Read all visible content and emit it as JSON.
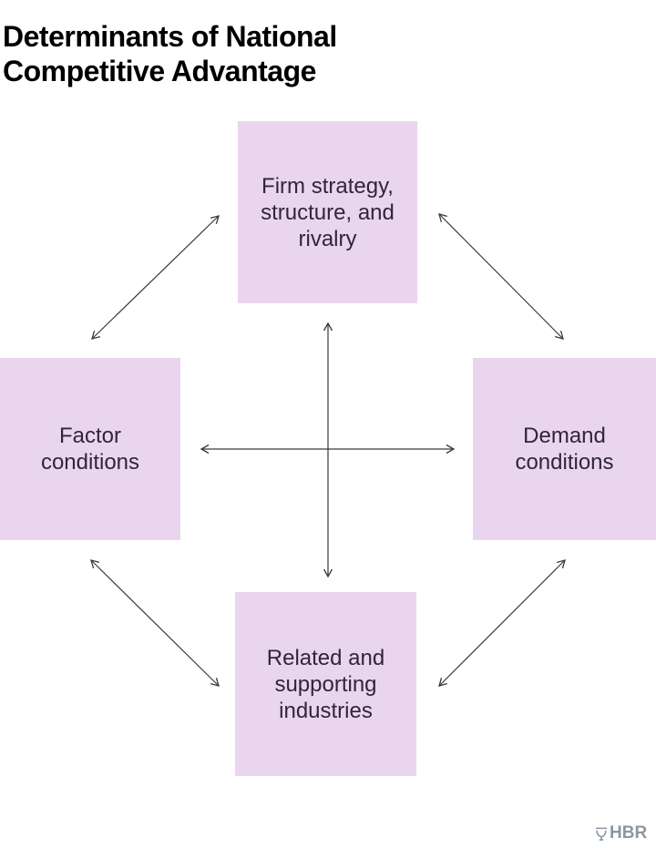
{
  "title": "Determinants of National Competitive Advantage",
  "diagram": {
    "nodes": {
      "top": {
        "label": "Firm strategy, structure, and rivalry"
      },
      "left": {
        "label": "Factor conditions"
      },
      "right": {
        "label": "Demand conditions"
      },
      "bottom": {
        "label": "Related and supporting industries"
      }
    },
    "connections": [
      {
        "from": "left",
        "to": "top",
        "bidirectional": true
      },
      {
        "from": "top",
        "to": "right",
        "bidirectional": true
      },
      {
        "from": "left",
        "to": "bottom",
        "bidirectional": true
      },
      {
        "from": "bottom",
        "to": "right",
        "bidirectional": true
      },
      {
        "from": "top",
        "to": "bottom",
        "bidirectional": true
      },
      {
        "from": "left",
        "to": "right",
        "bidirectional": true
      }
    ]
  },
  "branding": {
    "logo_text": "HBR",
    "logo_icon": "hbr-shield-icon"
  },
  "colors": {
    "node_fill": "#e9d6ee",
    "node_text": "#302636",
    "arrow": "#3a3a3a",
    "title_text": "#000000",
    "logo": "#8a97a3",
    "background": "#ffffff"
  }
}
